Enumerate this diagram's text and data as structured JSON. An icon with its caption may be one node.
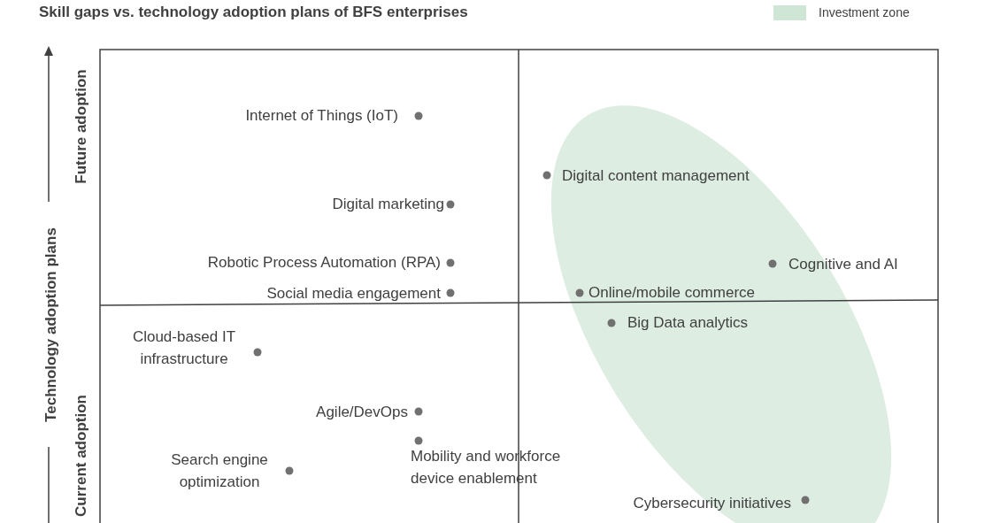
{
  "diagram": {
    "title": "Skill gaps vs. technology adoption plans of BFS enterprises",
    "labels": [
      "Future adoption",
      "Technology adoption plans",
      "Current adoption",
      "Internet of Things (IoT)",
      "Digital content management",
      "Digital marketing",
      "Robotic Process Automation (RPA)",
      "Cognitive and AI",
      "Social media engagement",
      "Online/mobile commerce",
      "Big Data analytics",
      "Cloud-based IT infrastructure",
      "Agile/DevOps",
      "Mobility and workforce device enablement",
      "Search engine optimization",
      "Cybersecurity initiatives"
    ],
    "legend": [
      {
        "text": "Investment zone",
        "color": "#cfe6d6"
      }
    ]
  }
}
